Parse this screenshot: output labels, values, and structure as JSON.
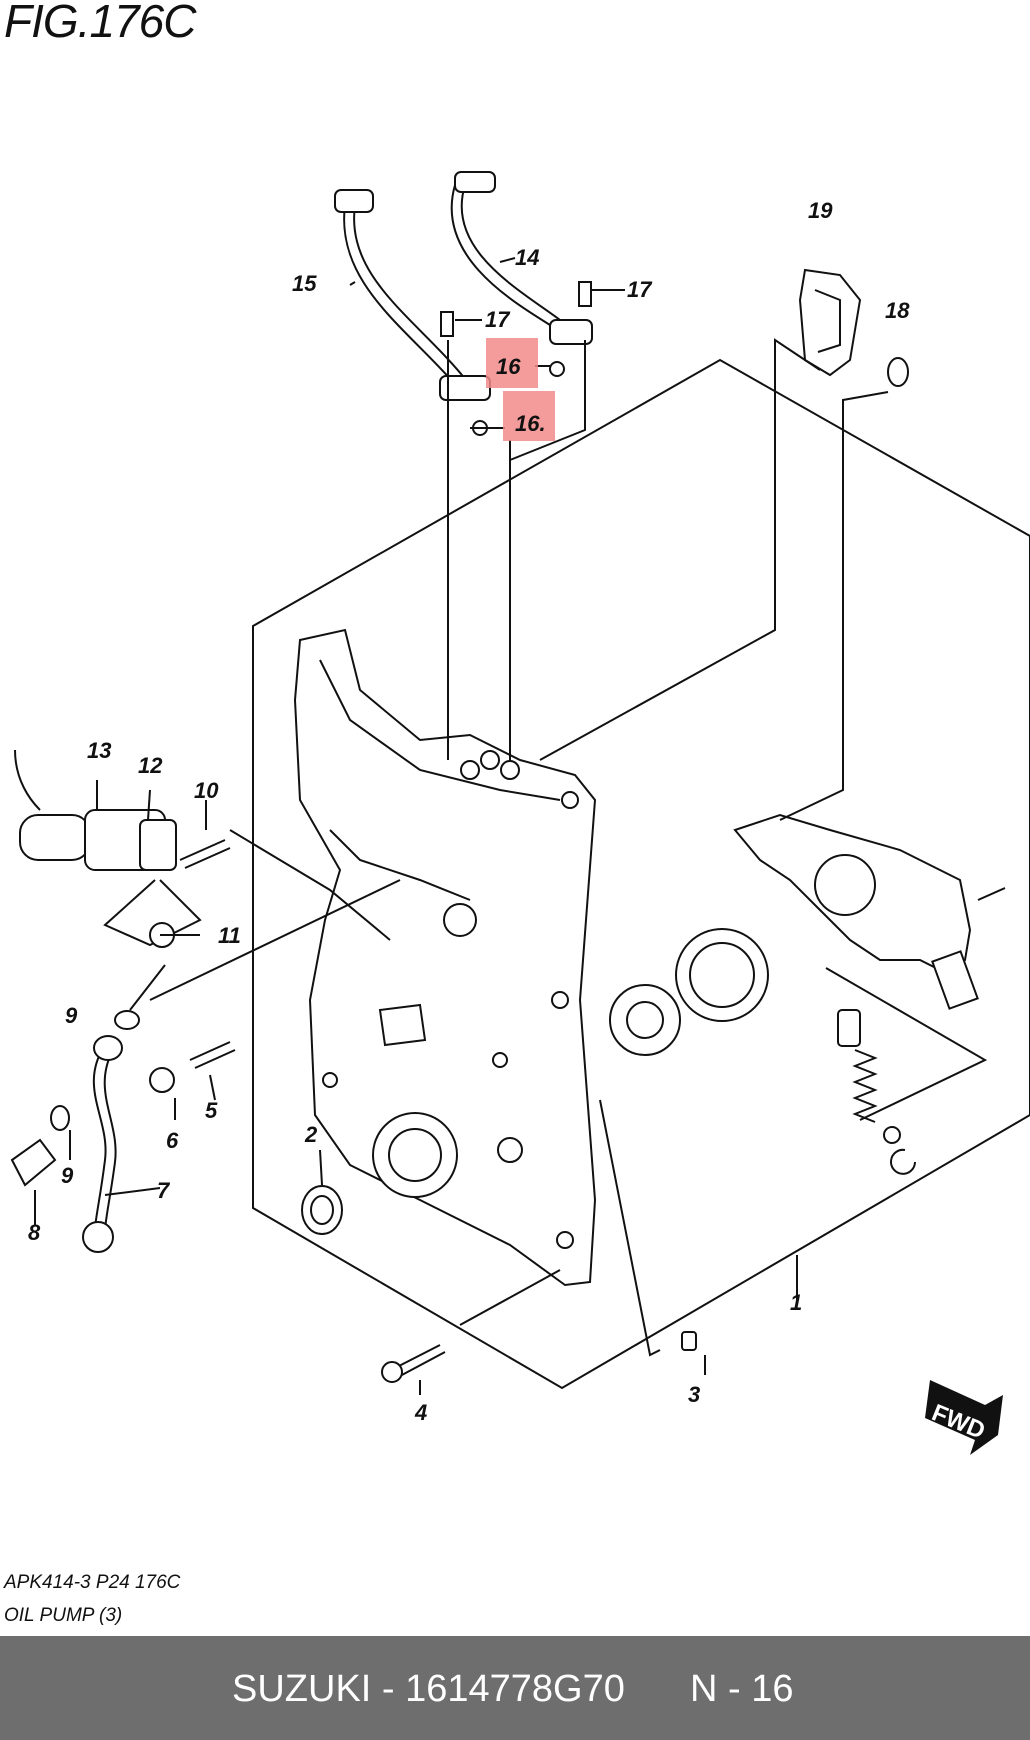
{
  "figure_title": "FIG.176C",
  "callouts": [
    {
      "id": "1",
      "label": "1"
    },
    {
      "id": "2",
      "label": "2"
    },
    {
      "id": "3",
      "label": "3"
    },
    {
      "id": "4",
      "label": "4"
    },
    {
      "id": "5",
      "label": "5"
    },
    {
      "id": "6",
      "label": "6"
    },
    {
      "id": "7",
      "label": "7"
    },
    {
      "id": "8",
      "label": "8"
    },
    {
      "id": "9a",
      "label": "9"
    },
    {
      "id": "9b",
      "label": "9"
    },
    {
      "id": "10",
      "label": "10"
    },
    {
      "id": "11",
      "label": "11"
    },
    {
      "id": "12",
      "label": "12"
    },
    {
      "id": "13",
      "label": "13"
    },
    {
      "id": "14",
      "label": "14"
    },
    {
      "id": "15",
      "label": "15"
    },
    {
      "id": "16a",
      "label": "16"
    },
    {
      "id": "16b",
      "label": "16."
    },
    {
      "id": "17a",
      "label": "17"
    },
    {
      "id": "17b",
      "label": "17"
    },
    {
      "id": "18",
      "label": "18"
    },
    {
      "id": "19",
      "label": "19"
    }
  ],
  "highlight_color": "#f28b8b",
  "fwd_label": "FWD",
  "caption_code": "APK414-3 P24 176C",
  "caption_name": "OIL PUMP (3)",
  "footer": {
    "part": "SUZUKI - 1614778G70",
    "ref": "N - 16",
    "background": "#6e6e6e"
  }
}
